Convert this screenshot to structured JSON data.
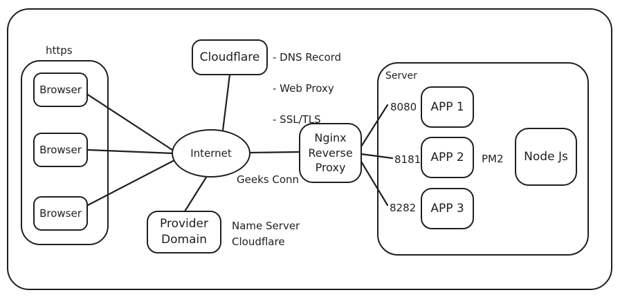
{
  "colors": {
    "stroke": "#1e1e1e",
    "background": "#ffffff"
  },
  "https_group": {
    "label": "https",
    "browsers": [
      "Browser",
      "Browser",
      "Browser"
    ]
  },
  "cloudflare": {
    "name": "Cloudflare",
    "features": [
      "- DNS Record",
      "- Web Proxy",
      "- SSL/TLS"
    ]
  },
  "internet": {
    "label": "Internet"
  },
  "connection_label": "Geeks Conn",
  "provider": {
    "name": "Provider\nDomain",
    "note": "Name Server\nCloudflare"
  },
  "nginx": {
    "name": "Nginx\nReverse\nProxy"
  },
  "server": {
    "label": "Server",
    "apps": [
      {
        "port": "8080",
        "name": "APP 1"
      },
      {
        "port": "8181",
        "name": "APP 2"
      },
      {
        "port": "8282",
        "name": "APP 3"
      }
    ],
    "process_manager": "PM2",
    "runtime": "Node Js"
  }
}
